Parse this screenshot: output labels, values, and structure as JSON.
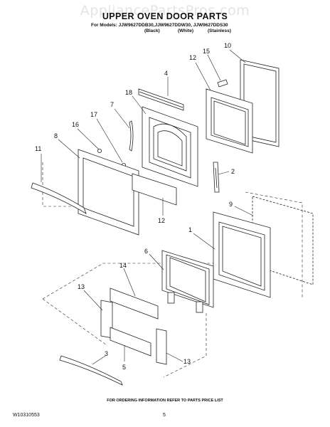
{
  "watermark": "AppliancePartsPros.com",
  "title": "UPPER OVEN DOOR PARTS",
  "models_line": "For Models: JJW9627DDB30,JJW9627DDW30, JJW9627DDS30",
  "variants": [
    "(Black)",
    "(White)",
    "(Stainless)"
  ],
  "callouts": [
    "15",
    "10",
    "12",
    "4",
    "18",
    "7",
    "17",
    "16",
    "8",
    "11",
    "2",
    "12",
    "9",
    "1",
    "6",
    "14",
    "13",
    "3",
    "5",
    "13"
  ],
  "footer_note": "FOR ORDERING INFORMATION REFER TO PARTS PRICE LIST",
  "doc_id": "W10310553",
  "page_number": "5"
}
